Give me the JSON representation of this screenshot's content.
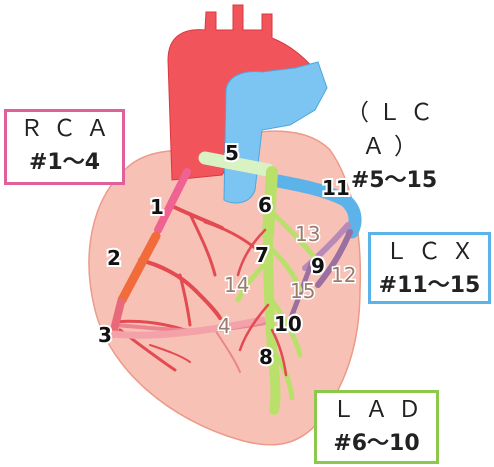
{
  "labels": {
    "rca": {
      "title": "ＲＣＡ",
      "range": "#1～4"
    },
    "lca": {
      "title": "（ＬＣＡ）",
      "range": "#5～15"
    },
    "lcx": {
      "title": "ＬＣＸ",
      "range": "#11～15"
    },
    "lad": {
      "title": "ＬＡＤ",
      "range": "#6～10"
    }
  },
  "segments": {
    "s1": "1",
    "s2": "2",
    "s3": "3",
    "s4": "4",
    "s5": "5",
    "s6": "6",
    "s7": "7",
    "s8": "8",
    "s9": "9",
    "s10": "10",
    "s11": "11",
    "s12": "12",
    "s13": "13",
    "s14": "14",
    "s15": "15"
  },
  "colors": {
    "heart": "#f7c2b5",
    "aorta": "#f2545b",
    "pulmonary": "#7cc4f2",
    "rca_proximal": "#f06292",
    "rca_mid": "#f26b3a",
    "rca_distal": "#e86a7a",
    "left_main": "#d9f2c4",
    "lad": "#b9e06a",
    "lcx": "#5bb3ea",
    "vessel_branch": "#e34a52",
    "rca_box": "#e0609a",
    "lcx_box": "#5bb3ea",
    "lad_box": "#8cc84b"
  }
}
